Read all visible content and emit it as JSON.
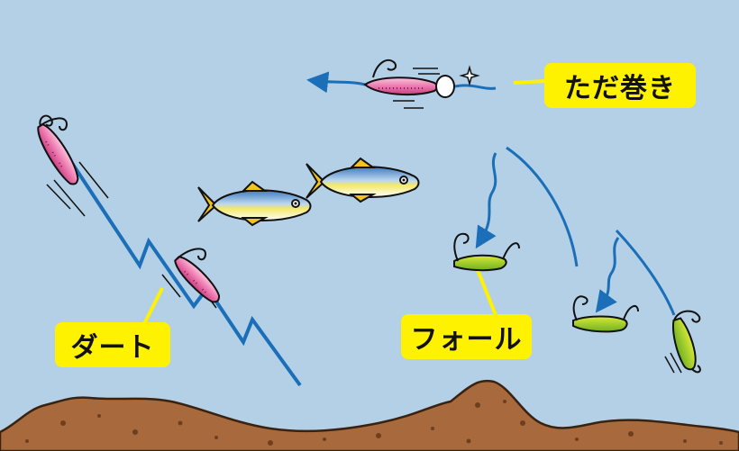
{
  "labels": {
    "dart": "ダート",
    "fall": "フォール",
    "retrieve": "ただ巻き"
  },
  "icons": [
    "pink-jig-lure-icon",
    "spoon-lure-icon",
    "green-spoon-lure-icon",
    "spinner-lure-icon",
    "horse-mackerel-fish-icon",
    "seabed-rock-icon",
    "sparkle-icon"
  ],
  "colors": {
    "sky": "#b3d0e6",
    "line": "#1b6fb8",
    "label_bg": "#fff200",
    "seabed": "#a86a3c",
    "lure_pink": "#e86aa4",
    "lure_green": "#b8d000"
  }
}
